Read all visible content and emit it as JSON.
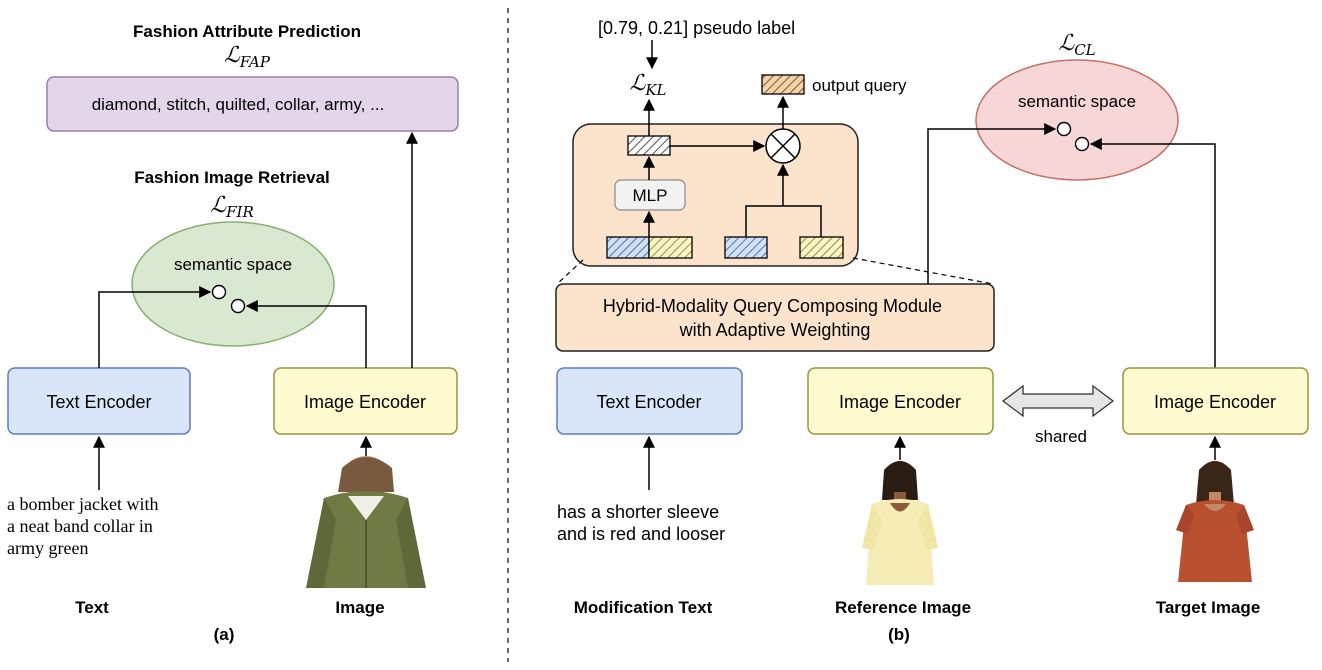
{
  "panel_a": {
    "caption": "(a)",
    "fap": {
      "title": "Fashion Attribute Prediction",
      "loss_main": "ℒ",
      "loss_sub": "FAP",
      "attributes": "diamond, stitch, quilted, collar, army, ..."
    },
    "fir": {
      "title": "Fashion Image Retrieval",
      "loss_main": "ℒ",
      "loss_sub": "FIR",
      "space_label": "semantic space"
    },
    "text_encoder": "Text Encoder",
    "image_encoder": "Image Encoder",
    "input_text_lines": [
      "a bomber jacket with",
      "a neat band collar in",
      "army green"
    ],
    "bottom_labels": {
      "text": "Text",
      "image": "Image"
    }
  },
  "panel_b": {
    "caption": "(b)",
    "pseudo_label": "[0.79, 0.21]  pseudo label",
    "kl": {
      "loss_main": "ℒ",
      "loss_sub": "KL"
    },
    "output_query": "output query",
    "mlp": "MLP",
    "module_lines": [
      "Hybrid-Modality Query Composing Module",
      "with Adaptive Weighting"
    ],
    "cl": {
      "loss_main": "ℒ",
      "loss_sub": "CL",
      "space_label": "semantic space"
    },
    "text_encoder": "Text Encoder",
    "ref_image_encoder": "Image Encoder",
    "target_image_encoder": "Image Encoder",
    "shared_label": "shared",
    "modification_text_lines": [
      "has a shorter sleeve",
      "and is red and looser"
    ],
    "bottom_labels": {
      "mod_text": "Modification Text",
      "reference": "Reference Image",
      "target": "Target Image"
    }
  },
  "colors": {
    "encoder_text_fill": "#d9e6fa",
    "encoder_text_stroke": "#5b7fba",
    "encoder_image_fill": "#fdfbcf",
    "encoder_image_stroke": "#9a9442",
    "fap_fill": "#e3d6ea",
    "fap_stroke": "#9b7fae",
    "fir_space_fill": "#d9e9d1",
    "fir_space_stroke": "#87b071",
    "cl_space_fill": "#f6d6d6",
    "cl_space_stroke": "#c47369",
    "module_fill": "#fbe3cc",
    "module_stroke": "#222222",
    "jacket_green": "#6f7a45",
    "shirt_yellow": "#f5edb5",
    "shirt_red": "#b9502f"
  }
}
